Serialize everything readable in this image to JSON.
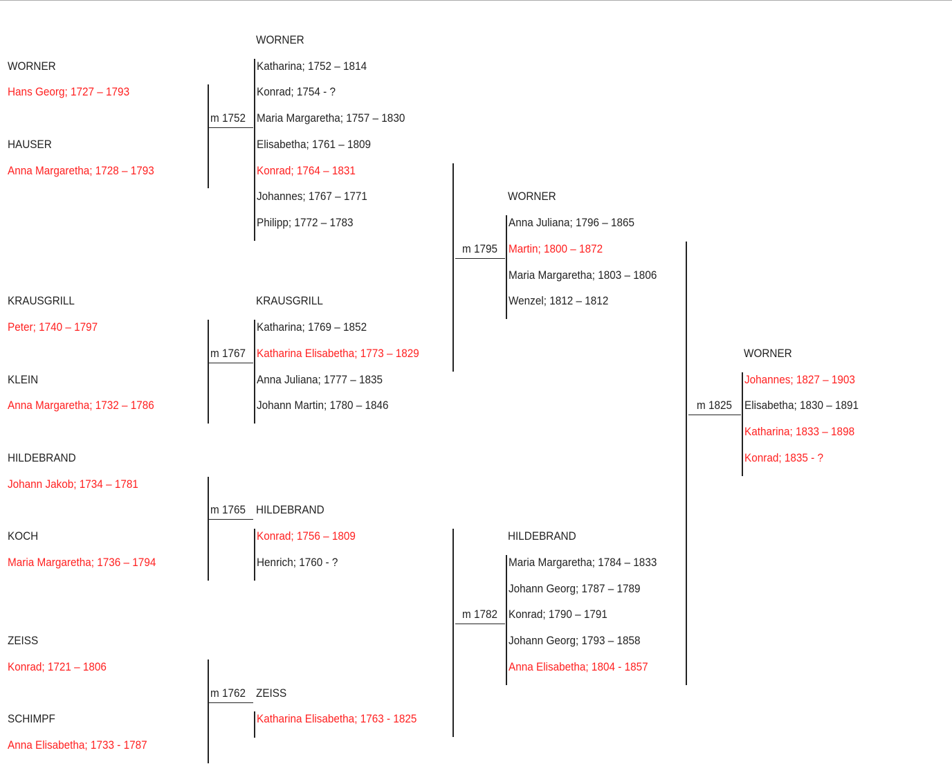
{
  "colors": {
    "text": "#222222",
    "highlight": "#ff2020",
    "line": "#222222"
  },
  "grandparents": [
    {
      "surname": "WORNER",
      "person": {
        "text": "Hans Georg; 1727 – 1793",
        "highlight": true
      }
    },
    {
      "surname": "HAUSER",
      "person": {
        "text": "Anna Margaretha; 1728 – 1793",
        "highlight": true
      }
    },
    {
      "surname": "KRAUSGRILL",
      "person": {
        "text": "Peter; 1740 – 1797",
        "highlight": true
      }
    },
    {
      "surname": "KLEIN",
      "person": {
        "text": "Anna Margaretha; 1732 – 1786",
        "highlight": true
      }
    },
    {
      "surname": "HILDEBRAND",
      "person": {
        "text": "Johann Jakob; 1734 – 1781",
        "highlight": true
      }
    },
    {
      "surname": "KOCH",
      "person": {
        "text": "Maria Margaretha; 1736 – 1794",
        "highlight": true
      }
    },
    {
      "surname": "ZEISS",
      "person": {
        "text": "Konrad; 1721 – 1806",
        "highlight": true
      }
    },
    {
      "surname": "SCHIMPF",
      "person": {
        "text": "Anna Elisabetha; 1733 - 1787",
        "highlight": true
      }
    }
  ],
  "marriages_gen1": [
    "m 1752",
    "m 1767",
    "m 1765",
    "m 1762"
  ],
  "families_gen1": [
    {
      "surname": "WORNER",
      "children": [
        {
          "text": "Katharina; 1752 – 1814",
          "highlight": false
        },
        {
          "text": "Konrad; 1754 - ?",
          "highlight": false
        },
        {
          "text": "Maria Margaretha; 1757 – 1830",
          "highlight": false
        },
        {
          "text": "Elisabetha; 1761 – 1809",
          "highlight": false
        },
        {
          "text": "Konrad; 1764 – 1831",
          "highlight": true
        },
        {
          "text": "Johannes; 1767 – 1771",
          "highlight": false
        },
        {
          "text": "Philipp; 1772 – 1783",
          "highlight": false
        }
      ]
    },
    {
      "surname": "KRAUSGRILL",
      "children": [
        {
          "text": "Katharina; 1769 – 1852",
          "highlight": false
        },
        {
          "text": "Katharina Elisabetha; 1773 – 1829",
          "highlight": true
        },
        {
          "text": "Anna Juliana; 1777 – 1835",
          "highlight": false
        },
        {
          "text": "Johann Martin; 1780 – 1846",
          "highlight": false
        }
      ]
    },
    {
      "surname": "HILDEBRAND",
      "children": [
        {
          "text": "Konrad; 1756 – 1809",
          "highlight": true
        },
        {
          "text": "Henrich; 1760 - ?",
          "highlight": false
        }
      ]
    },
    {
      "surname": "ZEISS",
      "children": [
        {
          "text": "Katharina Elisabetha; 1763 - 1825",
          "highlight": true
        }
      ]
    }
  ],
  "marriages_gen2": [
    "m 1795",
    "m 1782"
  ],
  "families_gen2": [
    {
      "surname": "WORNER",
      "children": [
        {
          "text": "Anna Juliana; 1796 – 1865",
          "highlight": false
        },
        {
          "text": "Martin; 1800 – 1872",
          "highlight": true
        },
        {
          "text": "Maria Margaretha; 1803 – 1806",
          "highlight": false
        },
        {
          "text": "Wenzel; 1812 – 1812",
          "highlight": false
        }
      ]
    },
    {
      "surname": "HILDEBRAND",
      "children": [
        {
          "text": "Maria Margaretha; 1784 – 1833",
          "highlight": false
        },
        {
          "text": "Johann Georg; 1787 – 1789",
          "highlight": false
        },
        {
          "text": "Konrad; 1790 – 1791",
          "highlight": false
        },
        {
          "text": "Johann Georg; 1793 – 1858",
          "highlight": false
        },
        {
          "text": "Anna Elisabetha; 1804 - 1857",
          "highlight": true
        }
      ]
    }
  ],
  "marriage_gen3": "m 1825",
  "family_gen3": {
    "surname": "WORNER",
    "children": [
      {
        "text": "Johannes; 1827 – 1903",
        "highlight": true
      },
      {
        "text": "Elisabetha; 1830 – 1891",
        "highlight": false
      },
      {
        "text": "Katharina; 1833 – 1898",
        "highlight": true
      },
      {
        "text": "Konrad; 1835 - ?",
        "highlight": false
      }
    ]
  }
}
